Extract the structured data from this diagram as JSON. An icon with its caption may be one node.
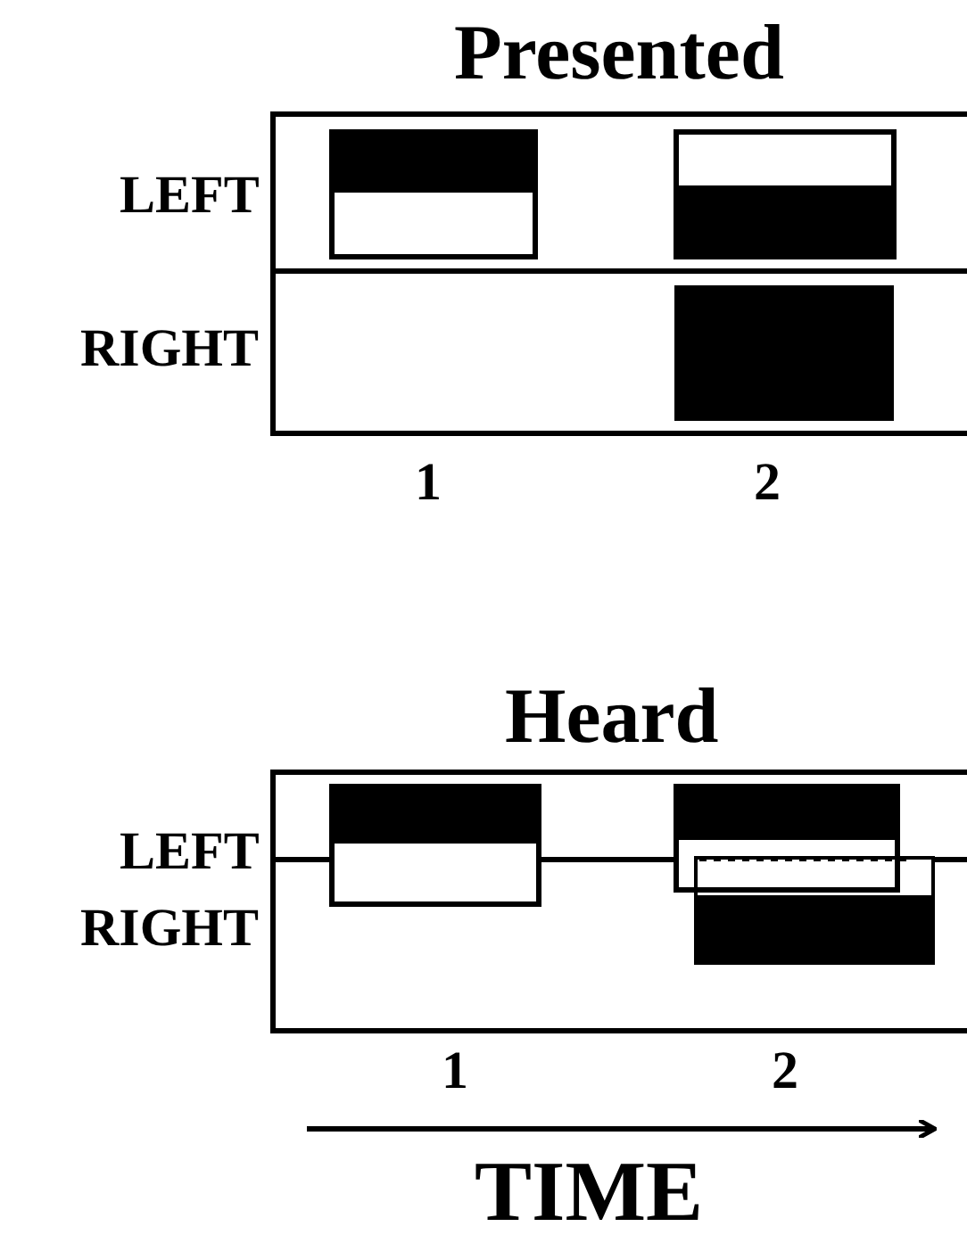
{
  "diagram": {
    "labels": [
      "Presented",
      "LEFT",
      "RIGHT",
      "1",
      "2",
      "Heard",
      "LEFT",
      "RIGHT",
      "1",
      "2",
      "TIME"
    ]
  }
}
